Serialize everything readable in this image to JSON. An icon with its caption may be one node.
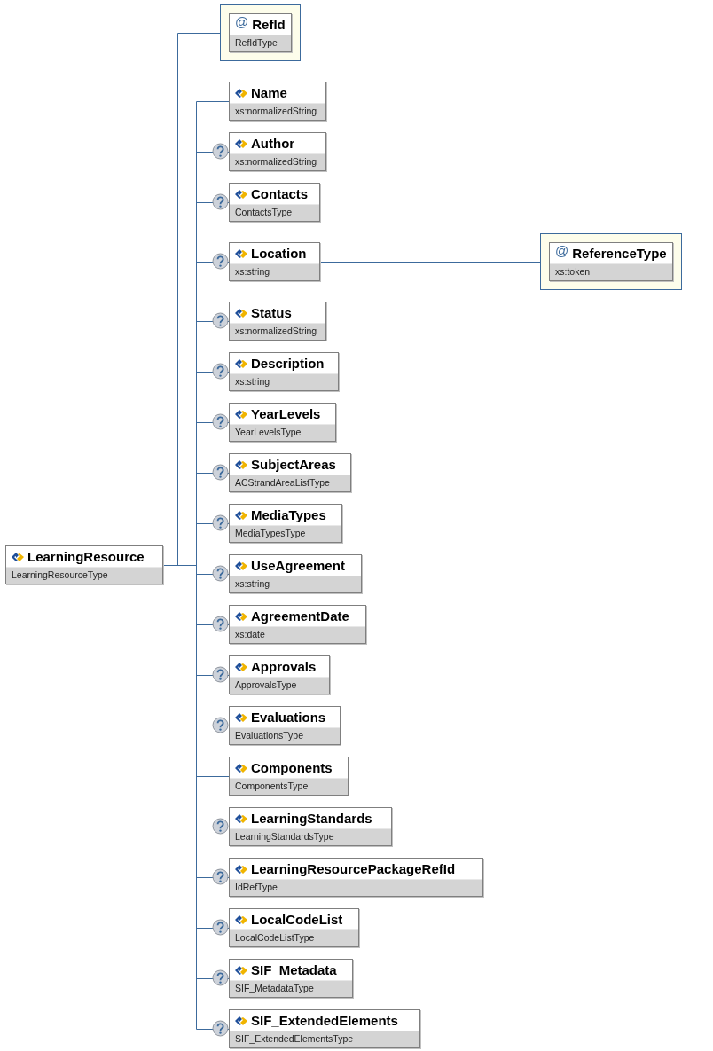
{
  "diagram": {
    "nodes": [
      {
        "text": [
          "LearningResource",
          "LearningResourceType"
        ]
      },
      {
        "text": [],
        "shape": "box"
      },
      {
        "text": [
          "@",
          "RefId",
          "RefIdType"
        ],
        "in": 1
      },
      {
        "text": [
          "Name",
          "xs:normalizedString"
        ]
      },
      {
        "text": [
          "Author",
          "xs:normalizedString"
        ]
      },
      {
        "text": [
          "Contacts",
          "ContactsType"
        ]
      },
      {
        "text": [
          "Location",
          "xs:string"
        ]
      },
      {
        "text": [],
        "shape": "box"
      },
      {
        "text": [
          "@",
          "ReferenceType",
          "xs:token"
        ],
        "in": 7
      },
      {
        "text": [
          "Status",
          "xs:normalizedString"
        ]
      },
      {
        "text": [
          "Description",
          "xs:string"
        ]
      },
      {
        "text": [
          "YearLevels",
          "YearLevelsType"
        ]
      },
      {
        "text": [
          "SubjectAreas",
          "ACStrandAreaListType"
        ]
      },
      {
        "text": [
          "MediaTypes",
          "MediaTypesType"
        ]
      },
      {
        "text": [
          "UseAgreement",
          "xs:string"
        ]
      },
      {
        "text": [
          "AgreementDate",
          "xs:date"
        ]
      },
      {
        "text": [
          "Approvals",
          "ApprovalsType"
        ]
      },
      {
        "text": [
          "Evaluations",
          "EvaluationsType"
        ]
      },
      {
        "text": [
          "Components",
          "ComponentsType"
        ]
      },
      {
        "text": [
          "LearningStandards",
          "LearningStandardsType"
        ]
      },
      {
        "text": [
          "LearningResourcePackageRefId",
          "IdRefType"
        ]
      },
      {
        "text": [
          "LocalCodeList",
          "LocalCodeListType"
        ]
      },
      {
        "text": [
          "SIF_Metadata",
          "SIF_MetadataType"
        ]
      },
      {
        "text": [
          "SIF_ExtendedElements",
          "SIF_ExtendedElementsType"
        ]
      }
    ],
    "edges": [
      {
        "from": 0,
        "to": 1,
        "arrow": "none"
      },
      {
        "from": 0,
        "to": 3,
        "arrow": "none"
      },
      {
        "from": 0,
        "to": 4,
        "arrow": "none"
      },
      {
        "from": 0,
        "to": 5,
        "arrow": "none"
      },
      {
        "from": 0,
        "to": 6,
        "arrow": "none"
      },
      {
        "from": 6,
        "to": 7,
        "arrow": "none"
      },
      {
        "from": 0,
        "to": 9,
        "arrow": "none"
      },
      {
        "from": 0,
        "to": 10,
        "arrow": "none"
      },
      {
        "from": 0,
        "to": 11,
        "arrow": "none"
      },
      {
        "from": 0,
        "to": 12,
        "arrow": "none"
      },
      {
        "from": 0,
        "to": 13,
        "arrow": "none"
      },
      {
        "from": 0,
        "to": 14,
        "arrow": "none"
      },
      {
        "from": 0,
        "to": 15,
        "arrow": "none"
      },
      {
        "from": 0,
        "to": 16,
        "arrow": "none"
      },
      {
        "from": 0,
        "to": 17,
        "arrow": "none"
      },
      {
        "from": 0,
        "to": 18,
        "arrow": "none"
      },
      {
        "from": 0,
        "to": 19,
        "arrow": "none"
      },
      {
        "from": 0,
        "to": 20,
        "arrow": "none"
      },
      {
        "from": 0,
        "to": 21,
        "arrow": "none"
      },
      {
        "from": 0,
        "to": 22,
        "arrow": "none"
      },
      {
        "from": 0,
        "to": 23,
        "arrow": "none"
      }
    ]
  }
}
